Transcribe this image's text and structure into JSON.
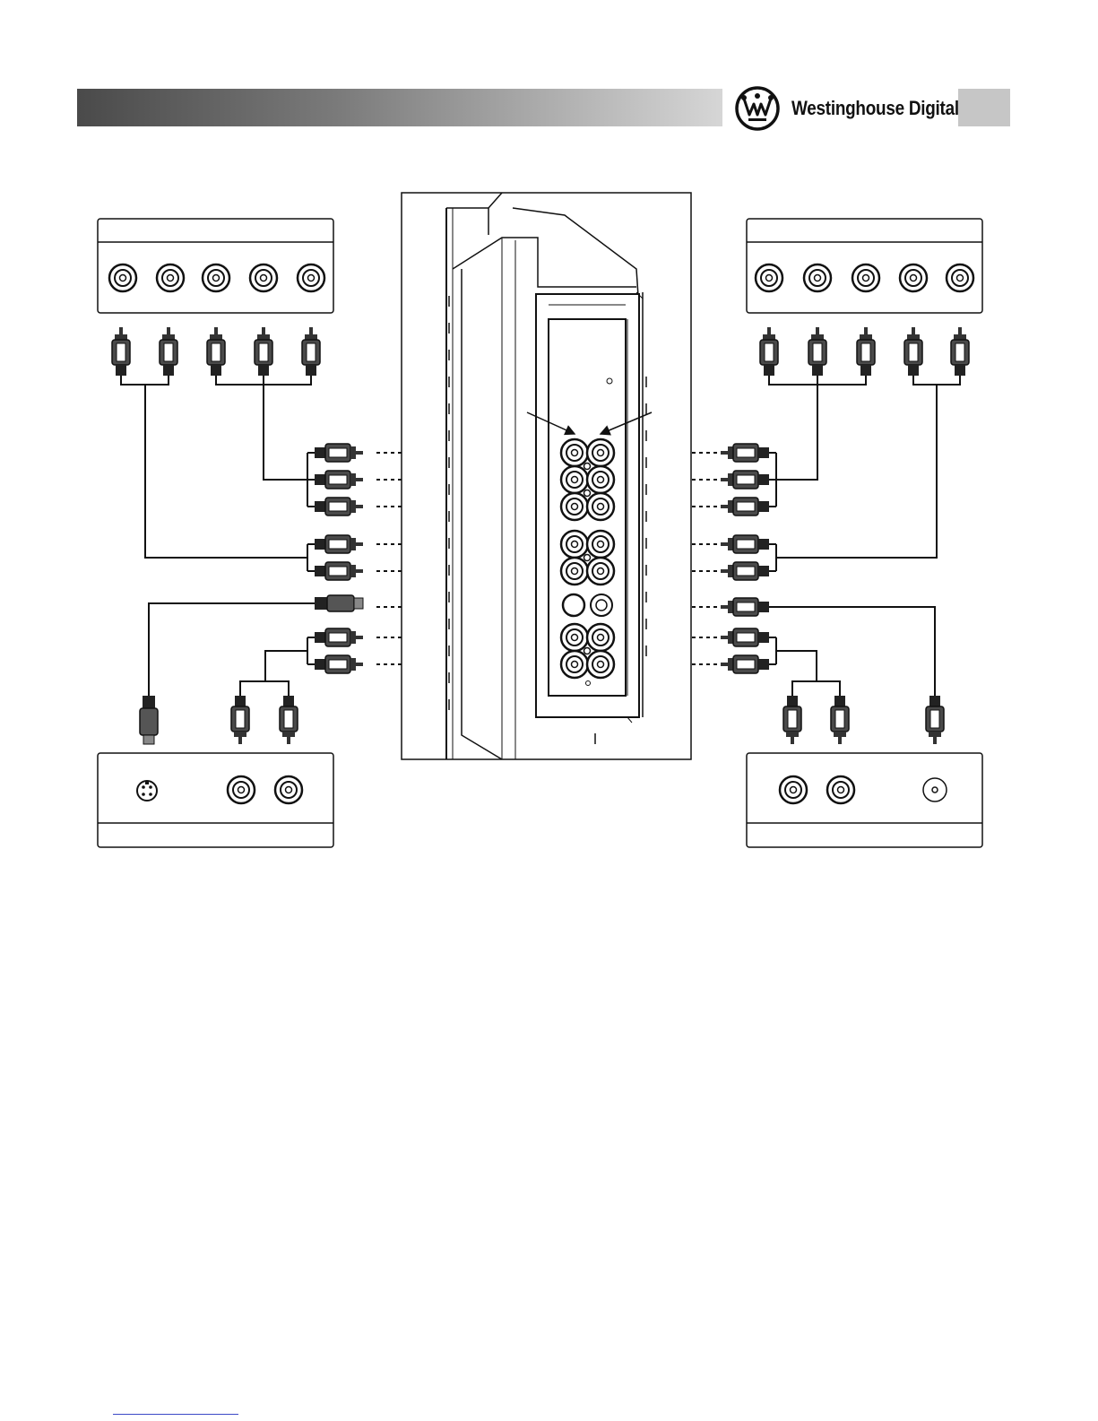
{
  "header": {
    "brand_name": "Westinghouse Digital",
    "accent_color": "#5a5a5a",
    "logo_icon": "westinghouse-w-logo-icon"
  },
  "diagram": {
    "top_left_device": {
      "jacks": 5,
      "icon": "rca-jack-panel-icon"
    },
    "top_right_device": {
      "jacks": 5,
      "icon": "rca-jack-panel-icon"
    },
    "bottom_left_device": {
      "jacks": [
        "s-video",
        "rca",
        "rca"
      ],
      "icon": "svideo-audio-panel-icon"
    },
    "bottom_right_device": {
      "jacks": [
        "rca",
        "rca",
        "coax"
      ],
      "icon": "audio-coax-panel-icon"
    },
    "tv_panel": {
      "icon": "tv-side-input-panel-icon"
    }
  },
  "footer": {
    "rule_color": "#3b49c7"
  }
}
